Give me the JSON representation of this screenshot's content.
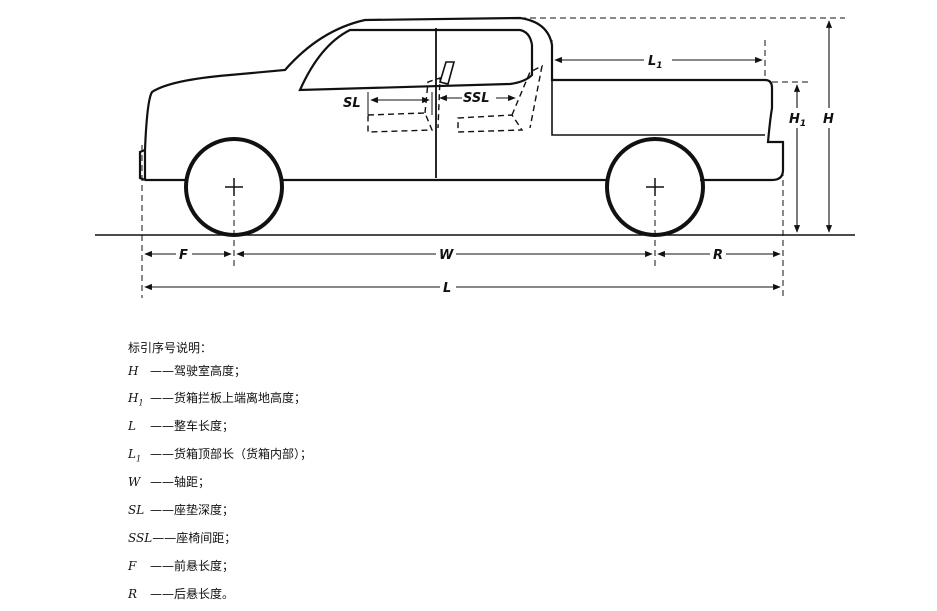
{
  "dimensions": {
    "H": "H",
    "H1_base": "H",
    "H1_sub": "1",
    "L": "L",
    "L1_base": "L",
    "L1_sub": "1",
    "W": "W",
    "F": "F",
    "R": "R",
    "SL": "SL",
    "SSL": "SSL"
  },
  "legend": {
    "title": "标引序号说明：",
    "items": [
      {
        "sym": "H",
        "sub": "",
        "desc": "——驾驶室高度；"
      },
      {
        "sym": "H",
        "sub": "1",
        "desc": "——货箱拦板上端离地高度；"
      },
      {
        "sym": "L",
        "sub": "",
        "desc": "——整车长度；"
      },
      {
        "sym": "L",
        "sub": "1",
        "desc": "——货箱顶部长（货箱内部）；"
      },
      {
        "sym": "W",
        "sub": "",
        "desc": "——轴距；"
      },
      {
        "sym": "SL",
        "sub": "",
        "desc": "——座垫深度；"
      },
      {
        "sym": "SSL",
        "sub": "",
        "desc": "——座椅间距；"
      },
      {
        "sym": "F",
        "sub": "",
        "desc": "——前悬长度；"
      },
      {
        "sym": "R",
        "sub": "",
        "desc": "——后悬长度。"
      }
    ]
  }
}
